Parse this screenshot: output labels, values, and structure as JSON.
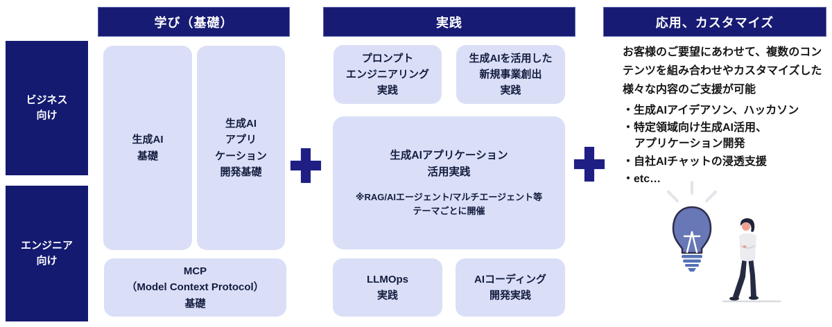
{
  "palette": {
    "navy": "#171b73",
    "plus": "#1e1e84",
    "box_bg": "#dadff7",
    "box_text": "#131c3e",
    "header_text": "#ffffff",
    "body_text": "#151515",
    "bulb_fill": "#6877b6"
  },
  "audience": {
    "business": "ビジネス\n向け",
    "engineer": "エンジニア\n向け"
  },
  "columns": {
    "learn": {
      "header": "学び（基礎）",
      "boxes": {
        "genai_basic": "生成AI\n基礎",
        "appdev_basic": "生成AI\nアプリ\nケーション\n開発基礎",
        "mcp_basic": "MCP\n（Model Context Protocol）\n基礎"
      }
    },
    "practice": {
      "header": "実践",
      "boxes": {
        "prompt": "プロンプト\nエンジニアリング\n実践",
        "new_business": "生成AIを活用した\n新規事業創出\n実践",
        "app_practice_title": "生成AIアプリケーション\n活用実践",
        "app_practice_note": "※RAG/AIエージェント/マルチエージェント等\nテーマごとに開催",
        "llmops": "LLMOps\n実践",
        "ai_coding": "AIコーディング\n開発実践"
      }
    },
    "custom": {
      "header": "応用、カスタマイズ",
      "intro": "お客様のご要望にあわせて、複数のコン\nテンツを組み合わせやカスタマイズした\n様々な内容のご支援が可能",
      "bullets": [
        "・生成AIアイデアソン、ハッカソン",
        "・特定領域向け生成AI活用、\nアプリケーション開発",
        "・自社AIチャットの浸透支援",
        "・etc…"
      ]
    }
  }
}
